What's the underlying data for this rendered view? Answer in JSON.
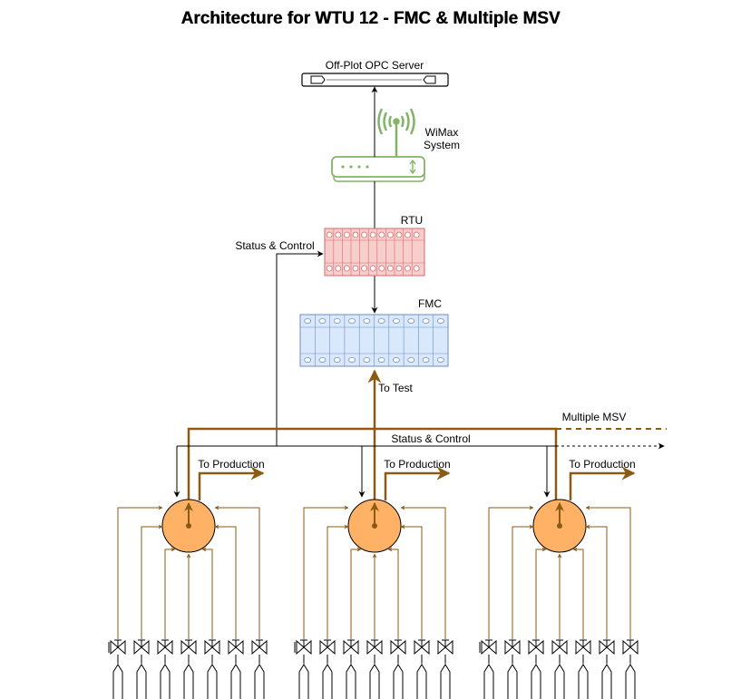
{
  "title": "Architecture for WTU 12 - FMC & Multiple MSV",
  "labels": {
    "opc_server": "Off-Plot OPC Server",
    "wimax_line1": "WiMax",
    "wimax_line2": "System",
    "rtu": "RTU",
    "fmc": "FMC",
    "status_control": "Status & Control",
    "to_test": "To Test",
    "multiple_msv": "Multiple MSV",
    "to_production": "To Production"
  },
  "colors": {
    "brown": "#8B5A14",
    "orange": "#FFB266",
    "rtu_fill": "#F8CECC",
    "rtu_stroke": "#D46A6A",
    "fmc_fill": "#DAE8FC",
    "fmc_stroke": "#6C8EBF",
    "wimax": "#82B366"
  }
}
